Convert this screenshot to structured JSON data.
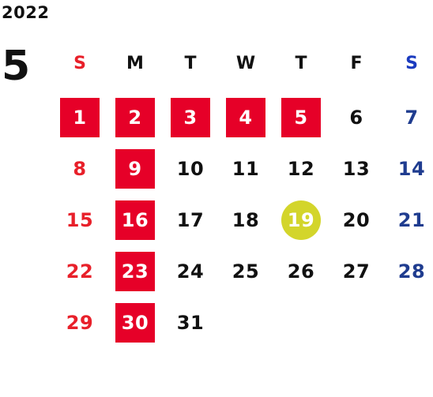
{
  "calendar": {
    "year": "2022",
    "month": "5",
    "weekdays": [
      "S",
      "M",
      "T",
      "W",
      "T",
      "F",
      "S"
    ],
    "first_weekday_index": 0,
    "days_in_month": 31,
    "holidays": [
      1,
      2,
      3,
      4,
      5,
      9,
      16,
      23,
      30
    ],
    "today": 19
  },
  "colors": {
    "text": "#111111",
    "sunday": "#e8202a",
    "saturday": "#1f3c8f",
    "holiday_bg": "#e60028",
    "today_bg": "#d3d52b"
  }
}
